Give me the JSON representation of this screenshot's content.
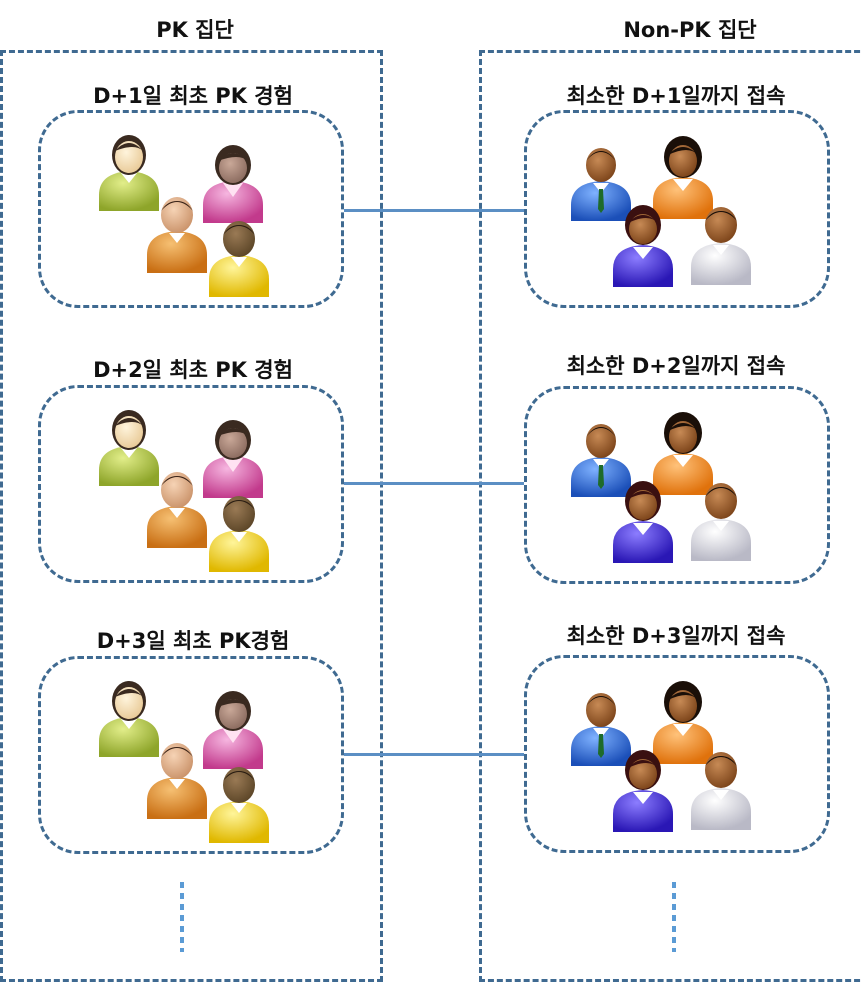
{
  "pk_group": {
    "heading": "PK 집단",
    "groups": [
      {
        "title": "D+1일 최초 PK 경험"
      },
      {
        "title": "D+2일 최초 PK 경험"
      },
      {
        "title": "D+3일 최초 PK경험"
      }
    ]
  },
  "nonpk_group": {
    "heading": "Non-PK 집단",
    "groups": [
      {
        "title": "최소한 D+1일까지 접속"
      },
      {
        "title": "최소한 D+2일까지 접속"
      },
      {
        "title": "최소한 D+3일까지 접속"
      }
    ]
  },
  "icons": {
    "pk_people": "people-group-icon",
    "nonpk_people": "people-group-icon"
  },
  "colors": {
    "border": "#3f6a91",
    "connector": "#5b8fc4"
  }
}
